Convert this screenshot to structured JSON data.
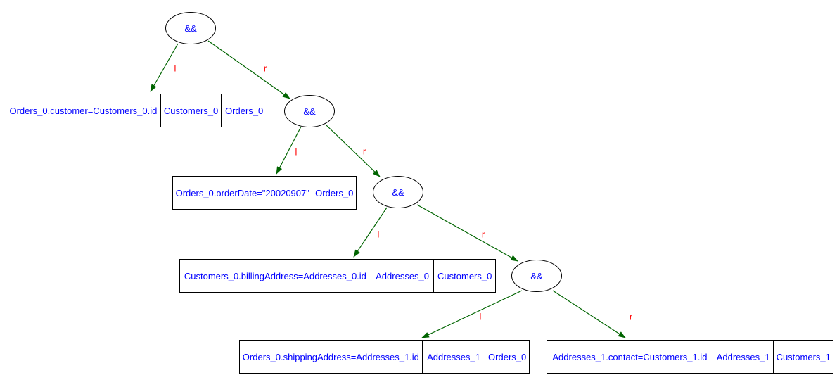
{
  "tree": {
    "operators": [
      {
        "label": "&&"
      },
      {
        "label": "&&"
      },
      {
        "label": "&&"
      },
      {
        "label": "&&"
      }
    ],
    "edges": [
      {
        "label": "l"
      },
      {
        "label": "r"
      },
      {
        "label": "l"
      },
      {
        "label": "r"
      },
      {
        "label": "l"
      },
      {
        "label": "r"
      },
      {
        "label": "l"
      },
      {
        "label": "r"
      }
    ],
    "leaves": [
      {
        "cells": [
          "Orders_0.customer=Customers_0.id",
          "Customers_0",
          "Orders_0"
        ]
      },
      {
        "cells": [
          "Orders_0.orderDate=\"20020907\"",
          "Orders_0"
        ]
      },
      {
        "cells": [
          "Customers_0.billingAddress=Addresses_0.id",
          "Addresses_0",
          "Customers_0"
        ]
      },
      {
        "cells": [
          "Orders_0.shippingAddress=Addresses_1.id",
          "Addresses_1",
          "Orders_0"
        ]
      },
      {
        "cells": [
          "Addresses_1.contact=Customers_1.id",
          "Addresses_1",
          "Customers_1"
        ]
      }
    ],
    "colors": {
      "edge": "#006400",
      "edge_label": "#ff0000",
      "node_text": "#0000ff",
      "node_border": "#000000",
      "background": "#ffffff"
    }
  }
}
